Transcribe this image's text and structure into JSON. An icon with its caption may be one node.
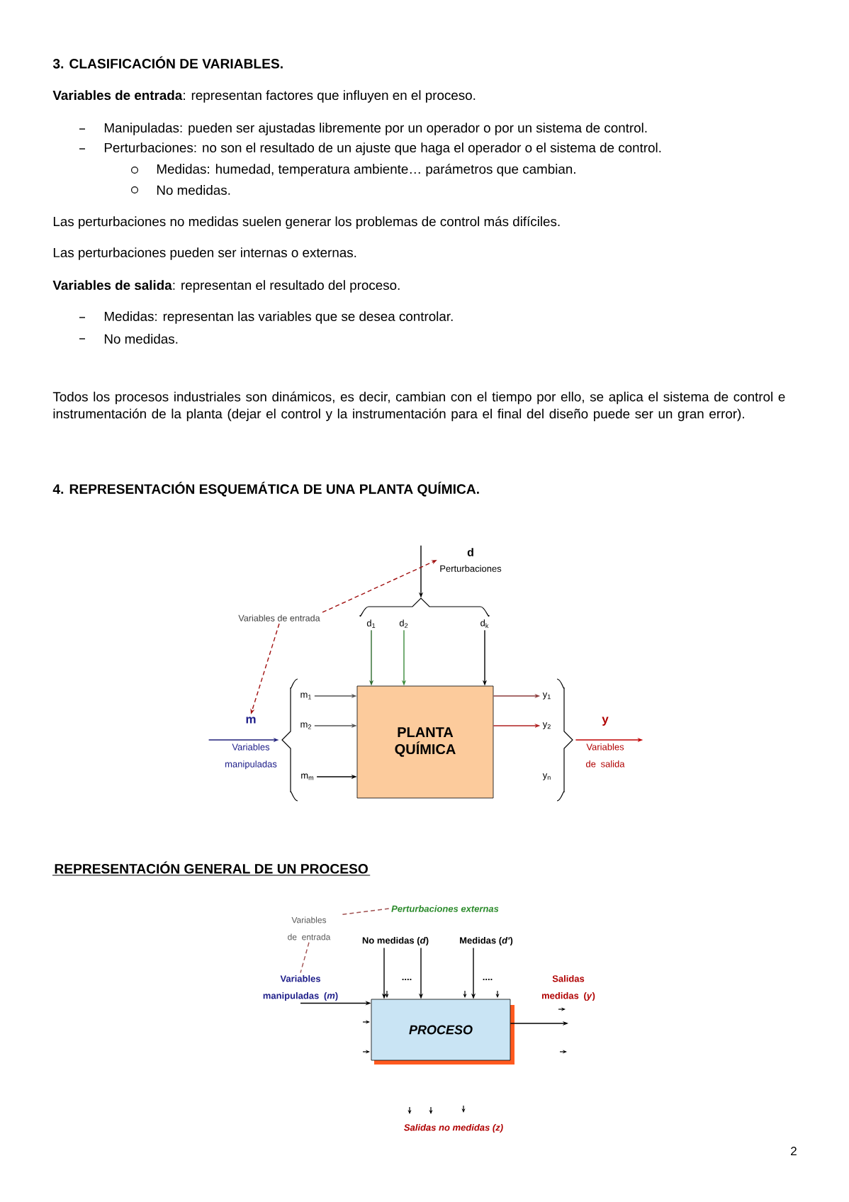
{
  "diagram": {
    "nodes": [
      {
        "text": [
          "PLANTA QUÍMICA"
        ]
      },
      {
        "text": [],
        "shape": "brace"
      },
      {
        "text": [],
        "shape": "brace"
      },
      {
        "text": [],
        "shape": "brace"
      },
      {
        "text": [
          "Variables de entrada"
        ]
      },
      {
        "text": [
          "d",
          "Perturbaciones"
        ]
      },
      {
        "text": [
          "m",
          "Variables manipuladas"
        ]
      },
      {
        "text": [
          "y",
          "Variables de salida"
        ]
      },
      {
        "text": [
          "d$_{1}$"
        ]
      },
      {
        "text": [
          "d$_{2}$"
        ]
      },
      {
        "text": [
          "d$_{k}$"
        ]
      },
      {
        "text": [
          "m$_{1}$"
        ]
      },
      {
        "text": [
          "m$_{2}$"
        ]
      },
      {
        "text": [
          "m$_{m}$"
        ]
      },
      {
        "text": [
          "y$_{1}$"
        ]
      },
      {
        "text": [
          "y$_{2}$"
        ]
      },
      {
        "text": [
          "y$_{n}$"
        ]
      },
      {
        "text": [
          "PROCESO"
        ]
      },
      {
        "text": [
          "Variables de entrada"
        ]
      },
      {
        "text": [
          "Perturbaciones externas"
        ]
      },
      {
        "text": [
          "No medidas (*d*)"
        ]
      },
      {
        "text": [
          "Medidas (*d'*)"
        ]
      },
      {
        "text": [
          "Variables manipuladas (*m*)"
        ]
      },
      {
        "text": [
          "Salidas medidas (*y*)"
        ]
      },
      {
        "text": [
          "Salidas no medidas (z)"
        ]
      }
    ],
    "edges": [
      {
        "from": 5,
        "to": 1,
        "arrow": "to"
      },
      {
        "from": 4,
        "to": 5,
        "arrow": "to",
        "style": "dashed",
        "color": "#a01010"
      },
      {
        "from": 4,
        "to": 6,
        "arrow": "to",
        "style": "dashed",
        "color": "#a01010"
      },
      {
        "from": 6,
        "to": 2,
        "arrow": "to",
        "color": "#1f1f7a"
      },
      {
        "from": 3,
        "to": 7,
        "arrow": "to",
        "color": "#c00000"
      },
      {
        "from": 8,
        "to": 0,
        "arrow": "to",
        "color": "#2d6a2d"
      },
      {
        "from": 9,
        "to": 0,
        "arrow": "to",
        "color": "#3a8a3a"
      },
      {
        "from": 10,
        "to": 0,
        "arrow": "to"
      },
      {
        "from": 11,
        "to": 0,
        "arrow": "to",
        "color": "#555555"
      },
      {
        "from": 12,
        "to": 0,
        "arrow": "to",
        "color": "#555555"
      },
      {
        "from": 13,
        "to": 0,
        "arrow": "to"
      },
      {
        "from": 0,
        "to": 14,
        "arrow": "to",
        "color": "#8b3a3a"
      },
      {
        "from": 0,
        "to": 15,
        "arrow": "to",
        "color": "#b02020"
      },
      {
        "from": 18,
        "to": 19,
        "arrow": "none",
        "style": "dashed",
        "color": "#a05050"
      },
      {
        "from": 18,
        "to": 22,
        "arrow": "none",
        "style": "dashed",
        "color": "#a05050"
      },
      {
        "from": 20,
        "to": 17,
        "arrow": "to"
      },
      {
        "from": 20,
        "to": 17,
        "arrow": "to"
      },
      {
        "from": 21,
        "to": 17,
        "arrow": "to"
      },
      {
        "from": 22,
        "to": 17,
        "arrow": "to"
      },
      {
        "from": 17,
        "to": 23,
        "arrow": "to"
      }
    ],
    "labels": [
      "3. CLASIFICACIÓN DE VARIABLES.",
      "**Variables de entrada**: representan factores que influyen en el proceso.",
      "Manipuladas: pueden ser ajustadas libremente por un operador o por un sistema de control.",
      "Perturbaciones: no son el resultado de un ajuste que haga el operador o el sistema de control.",
      "Medidas: humedad, temperatura ambiente… parámetros que cambian.",
      "No medidas.",
      "Las perturbaciones no medidas suelen generar los problemas de control más difíciles.",
      "Las perturbaciones pueden ser internas o externas.",
      "**Variables de salida**: representan el resultado del proceso.",
      "Medidas: representan las variables que se desea controlar.",
      "No medidas.",
      "Todos los procesos industriales son dinámicos, es decir, cambian con el tiempo por ello, se aplica el sistema de control e instrumentación de la planta (dejar el control y la instrumentación para el final del diseño puede ser un gran error).",
      "4. REPRESENTACIÓN ESQUEMÁTICA DE UNA PLANTA QUÍMICA.",
      "REPRESENTACIÓN GENERAL DE UN PROCESO",
      "....",
      "....",
      "2"
    ]
  }
}
